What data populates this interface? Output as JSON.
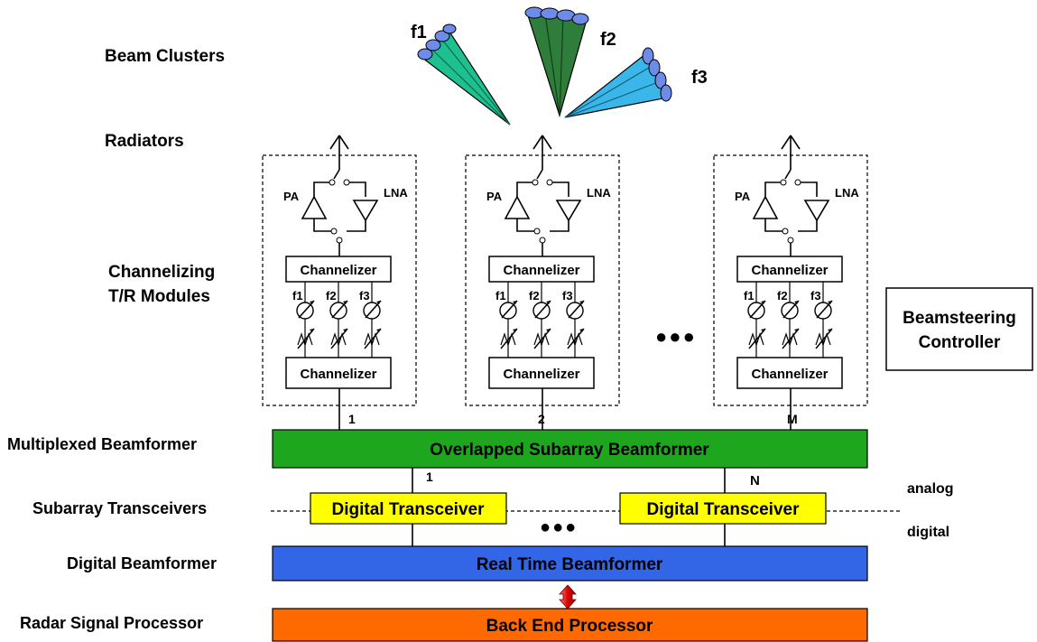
{
  "left_labels": {
    "beam_clusters": "Beam Clusters",
    "radiators": "Radiators",
    "channelizing_line1": "Channelizing",
    "channelizing_line2": "T/R Modules",
    "multiplexed": "Multiplexed Beamformer",
    "subarray": "Subarray Transceivers",
    "digital": "Digital Beamformer",
    "radar": "Radar Signal Processor"
  },
  "beams": [
    {
      "label": "f1",
      "color": "#1fc090"
    },
    {
      "label": "f2",
      "color": "#2e7d3a"
    },
    {
      "label": "f3",
      "color": "#3ab7e8"
    }
  ],
  "modules": [
    {
      "pa": "PA",
      "lna": "LNA",
      "channelizer_top": "Channelizer",
      "channelizer_bottom": "Channelizer",
      "freqs": [
        "f1",
        "f2",
        "f3"
      ],
      "port": "1"
    },
    {
      "pa": "PA",
      "lna": "LNA",
      "channelizer_top": "Channelizer",
      "channelizer_bottom": "Channelizer",
      "freqs": [
        "f1",
        "f2",
        "f3"
      ],
      "port": "2"
    },
    {
      "pa": "PA",
      "lna": "LNA",
      "channelizer_top": "Channelizer",
      "channelizer_bottom": "Channelizer",
      "freqs": [
        "f1",
        "f2",
        "f3"
      ],
      "port": "M"
    }
  ],
  "ellipsis_modules": "●●●",
  "ellipsis_transceivers": "●●●",
  "beamsteering": {
    "line1": "Beamsteering",
    "line2": "Controller"
  },
  "overlapped": {
    "label": "Overlapped Subarray Beamformer",
    "color": "#1fa61f"
  },
  "transceivers": [
    {
      "label": "Digital Transceiver",
      "port": "1"
    },
    {
      "label": "Digital Transceiver",
      "port": "N"
    }
  ],
  "transceiver_color": "#ffff00",
  "analog_label": "analog",
  "digital_label": "digital",
  "real_time": {
    "label": "Real Time Beamformer",
    "color": "#3366e6"
  },
  "back_end": {
    "label": "Back End Processor",
    "color": "#ff6a00"
  },
  "arrow_color": "#e00000"
}
